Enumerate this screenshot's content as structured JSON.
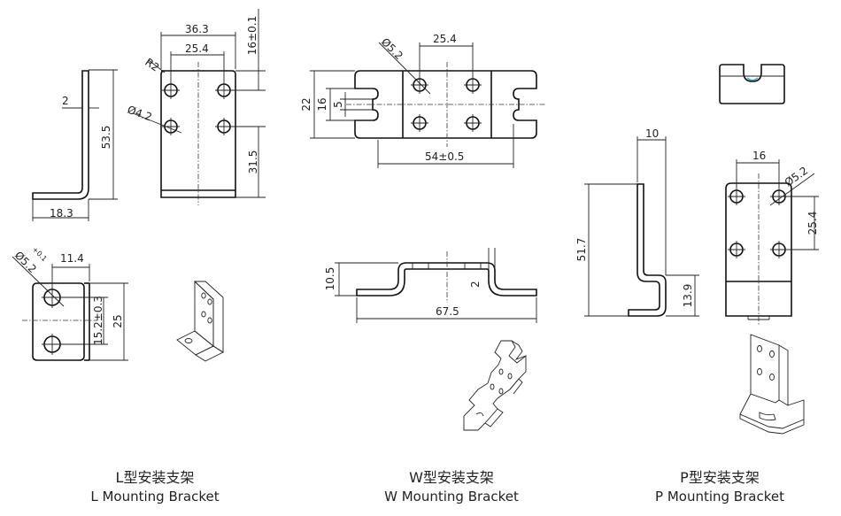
{
  "captions": {
    "l": {
      "zh": "L型安装支架",
      "en": "L Mounting Bracket"
    },
    "w": {
      "zh": "W型安装支架",
      "en": "W Mounting Bracket"
    },
    "p": {
      "zh": "P型安装支架",
      "en": "P Mounting Bracket"
    }
  },
  "dims": {
    "l": {
      "width_top": "36.3",
      "hole_spacing": "25.4",
      "top_tol": "16±0.1",
      "radius": "R2",
      "hole_dia": "Ø4.2",
      "thickness": "2",
      "height": "53.5",
      "lower": "31.5",
      "base": "18.3",
      "hole_dia2": "Ø5.2",
      "hole_tol": "+0.1",
      "offset": "11.4",
      "spacing2": "15.2±0.3",
      "height2": "25"
    },
    "w": {
      "hole_dia": "Ø5.2",
      "hole_spacing": "25.4",
      "height": "22",
      "inner": "16",
      "slot": "5",
      "length_tol": "54±0.5",
      "depth": "10.5",
      "thickness": "2",
      "total": "67.5"
    },
    "p": {
      "flange": "10",
      "spacing": "16",
      "hole_dia": "Ø5.2",
      "hole_spacing": "25.4",
      "height": "51.7",
      "lower": "13.9"
    }
  }
}
